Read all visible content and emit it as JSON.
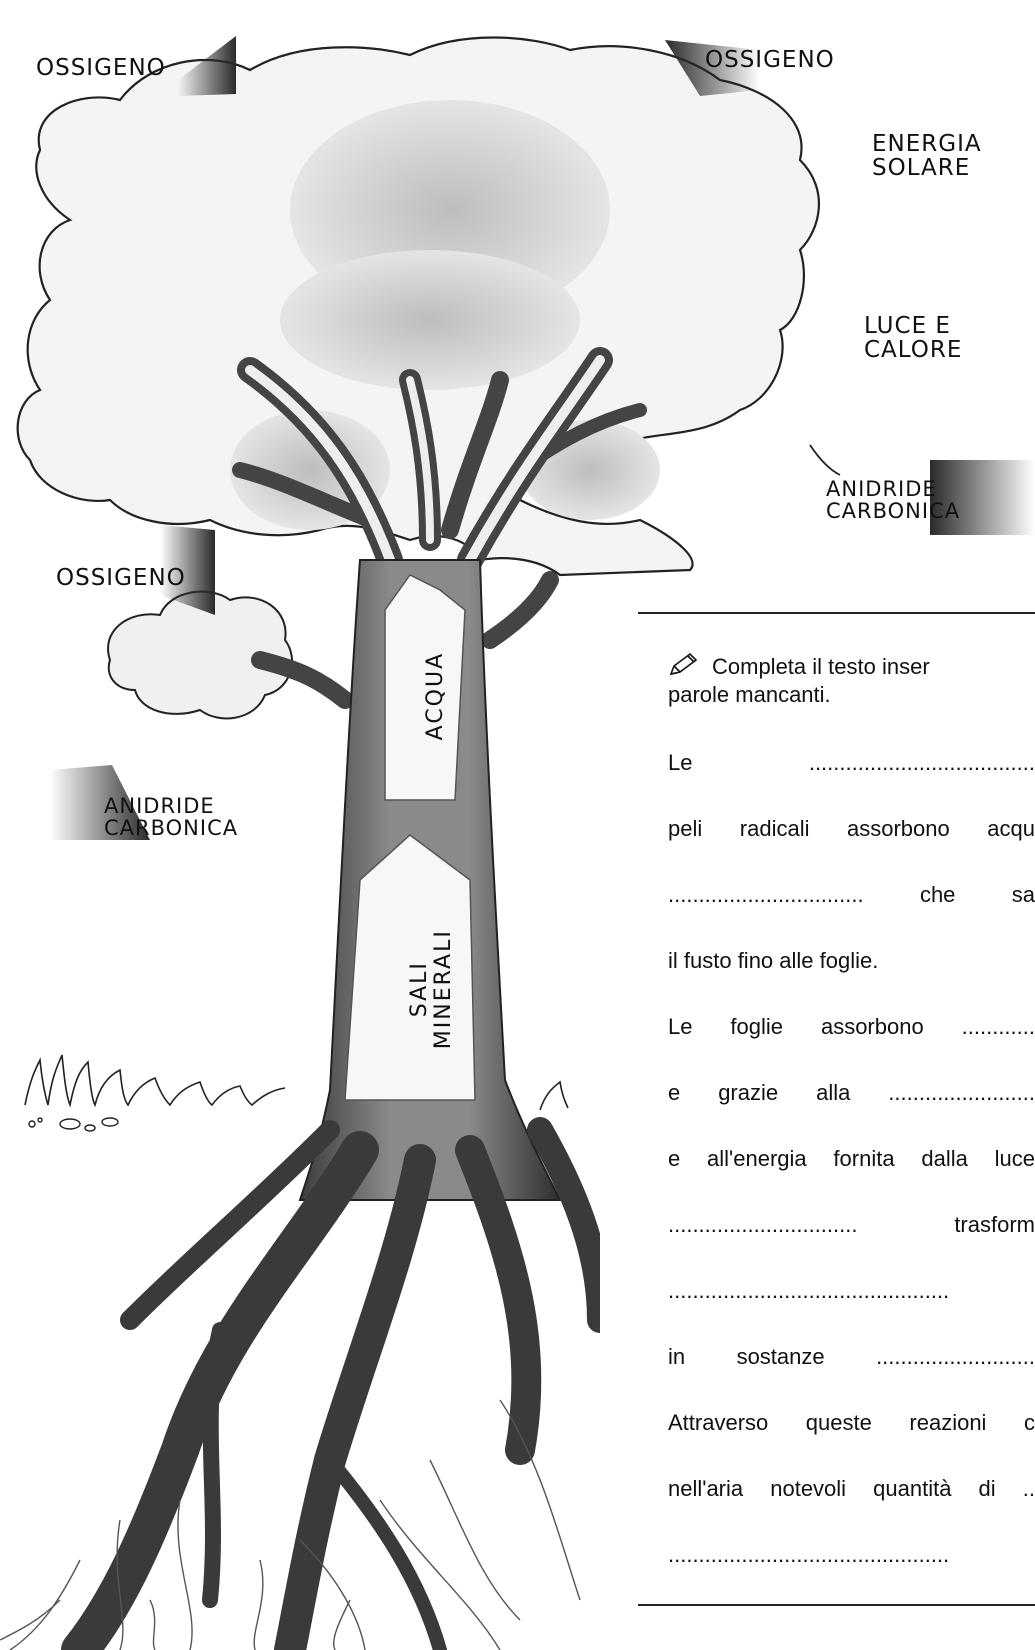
{
  "labels": {
    "ossigeno_top_left": "OSSIGENO",
    "ossigeno_top_right": "OSSIGENO",
    "energia_solare": [
      "ENERGIA",
      "SOLARE"
    ],
    "luce_calore": [
      "LUCE E",
      "CALORE"
    ],
    "anidride_right": [
      "ANIDRIDE",
      "CARBONICA"
    ],
    "ossigeno_mid_left": "OSSIGENO",
    "anidride_left": [
      "ANIDRIDE",
      "CARBONICA"
    ],
    "acqua": "ACQUA",
    "sali_minerali": [
      "SALI",
      "MINERALI"
    ]
  },
  "exercise": {
    "instruction_line1": "Completa il testo inser",
    "instruction_line2": "parole mancanti.",
    "lines": [
      "Le .....................................",
      "peli radicali assorbono acqu",
      "................................ che sa",
      "il fusto fino alle foglie.",
      "Le foglie assorbono ............",
      "e grazie alla ........................",
      "e all'energia fornita dalla luce",
      "............................... trasform",
      "..............................................",
      "in sostanze ..........................",
      "Attraverso queste reazioni c",
      "nell'aria notevoli quantità di ..",
      ".............................................."
    ]
  },
  "colors": {
    "ink": "#111111",
    "shadow": "#3a3a3a",
    "canopy": "#e4e4e4",
    "trunk": "#6e6e6e",
    "paper": "#ffffff"
  }
}
